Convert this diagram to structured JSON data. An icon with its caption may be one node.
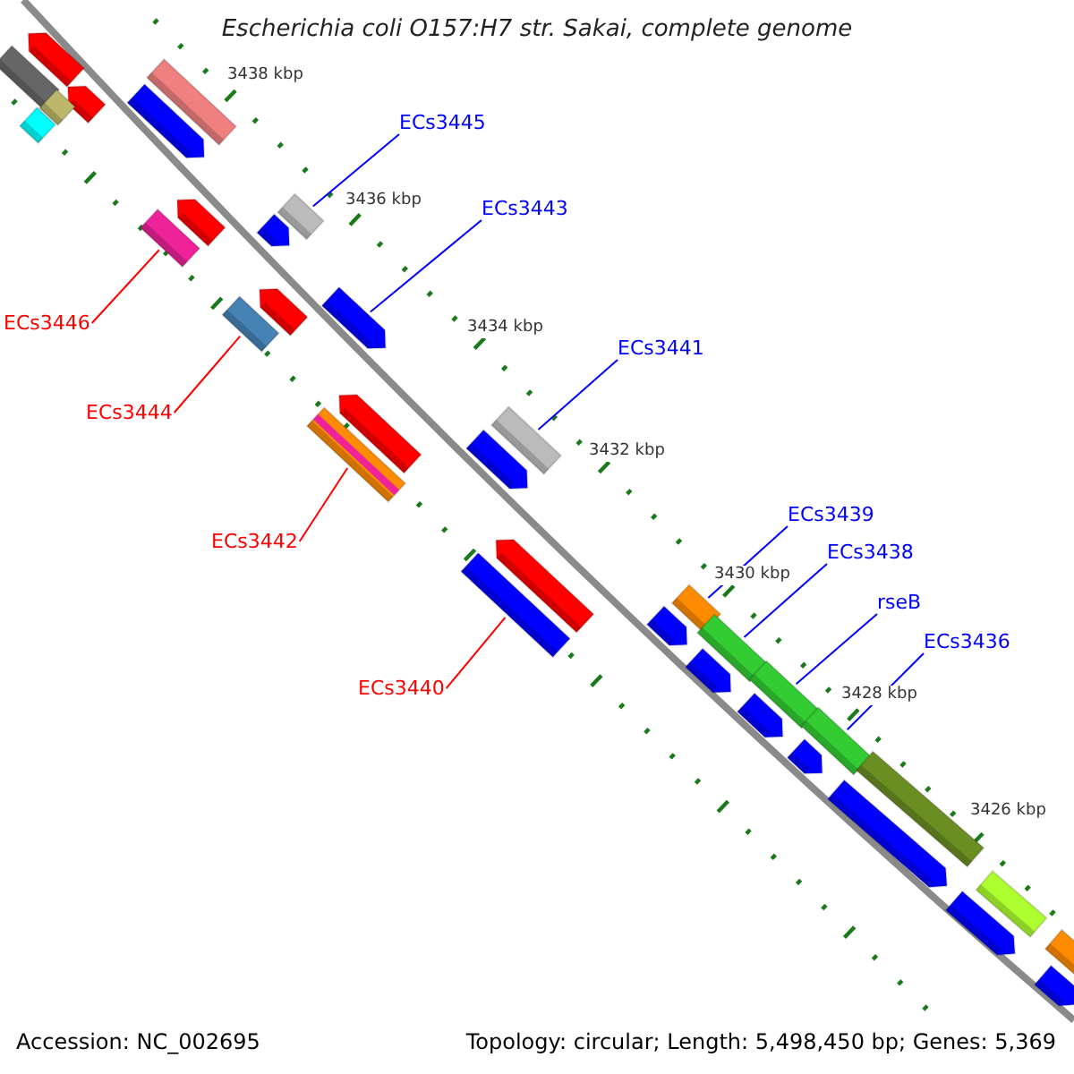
{
  "diagram": {
    "title": "Escherichia coli O157:H7 str. Sakai, complete genome",
    "nodes": [
      {
        "text": [
          "ECs3445"
        ]
      },
      {
        "text": [
          "ECs3443"
        ]
      },
      {
        "text": [
          "ECs3446"
        ]
      },
      {
        "text": [
          "ECs3441"
        ]
      },
      {
        "text": [
          "ECs3444"
        ]
      },
      {
        "text": [
          "ECs3439"
        ]
      },
      {
        "text": [
          "ECs3442"
        ]
      },
      {
        "text": [
          "ECs3438"
        ]
      },
      {
        "text": [
          "rseB"
        ]
      },
      {
        "text": [
          "ECs3436"
        ]
      },
      {
        "text": [
          "ECs3440"
        ]
      },
      {
        "text": [],
        "shape": "arrow"
      },
      {
        "text": [],
        "shape": "bar"
      },
      {
        "text": [],
        "shape": "arrow"
      },
      {
        "text": [],
        "shape": "bar"
      },
      {
        "text": [],
        "shape": "bar"
      },
      {
        "text": [],
        "shape": "arrow"
      },
      {
        "text": [],
        "shape": "bar"
      },
      {
        "text": [],
        "shape": "bar"
      },
      {
        "text": [],
        "shape": "arrow"
      },
      {
        "text": [],
        "shape": "arrow"
      },
      {
        "text": [],
        "shape": "bar"
      },
      {
        "text": [],
        "shape": "arrow"
      },
      {
        "text": [],
        "shape": "arrow"
      },
      {
        "text": [],
        "shape": "bar"
      },
      {
        "text": [],
        "shape": "arrow"
      },
      {
        "text": [],
        "shape": "bar"
      },
      {
        "text": [],
        "shape": "bar"
      },
      {
        "text": [],
        "shape": "arrow"
      },
      {
        "text": [],
        "shape": "arrow"
      },
      {
        "text": [],
        "shape": "bar"
      },
      {
        "text": [],
        "shape": "bar"
      },
      {
        "text": [],
        "shape": "arrow"
      },
      {
        "text": [],
        "shape": "bar"
      },
      {
        "text": [],
        "shape": "arrow"
      },
      {
        "text": [],
        "shape": "bar"
      },
      {
        "text": [],
        "shape": "arrow"
      },
      {
        "text": [],
        "shape": "bar"
      },
      {
        "text": [],
        "shape": "arrow"
      },
      {
        "text": [],
        "shape": "bar"
      },
      {
        "text": [],
        "shape": "arrow"
      },
      {
        "text": [],
        "shape": "bar"
      },
      {
        "text": [],
        "shape": "arrow"
      },
      {
        "text": [],
        "shape": "bar"
      },
      {
        "text": [],
        "shape": "arrow"
      }
    ],
    "edges": [
      {
        "from": 0,
        "to": 18,
        "arrow": "none"
      },
      {
        "from": 1,
        "to": 23,
        "arrow": "none"
      },
      {
        "from": 2,
        "to": 21,
        "arrow": "none",
        "color": "#ff0000"
      },
      {
        "from": 3,
        "to": 26,
        "arrow": "none"
      },
      {
        "from": 4,
        "to": 24,
        "arrow": "none",
        "color": "#ff0000"
      },
      {
        "from": 5,
        "to": 31,
        "arrow": "none"
      },
      {
        "from": 6,
        "to": 27,
        "arrow": "none",
        "color": "#ff0000"
      },
      {
        "from": 7,
        "to": 33,
        "arrow": "none"
      },
      {
        "from": 8,
        "to": 35,
        "arrow": "none"
      },
      {
        "from": 9,
        "to": 37,
        "arrow": "none"
      },
      {
        "from": 10,
        "to": 30,
        "arrow": "none",
        "color": "#ff0000"
      }
    ],
    "labels": [
      "3438 kbp",
      "3436 kbp",
      "3434 kbp",
      "3432 kbp",
      "3430 kbp",
      "3428 kbp",
      "3426 kbp",
      "Accession: NC_002695",
      "Topology: circular; Length: 5,498,450 bp; Genes: 5,369"
    ]
  }
}
